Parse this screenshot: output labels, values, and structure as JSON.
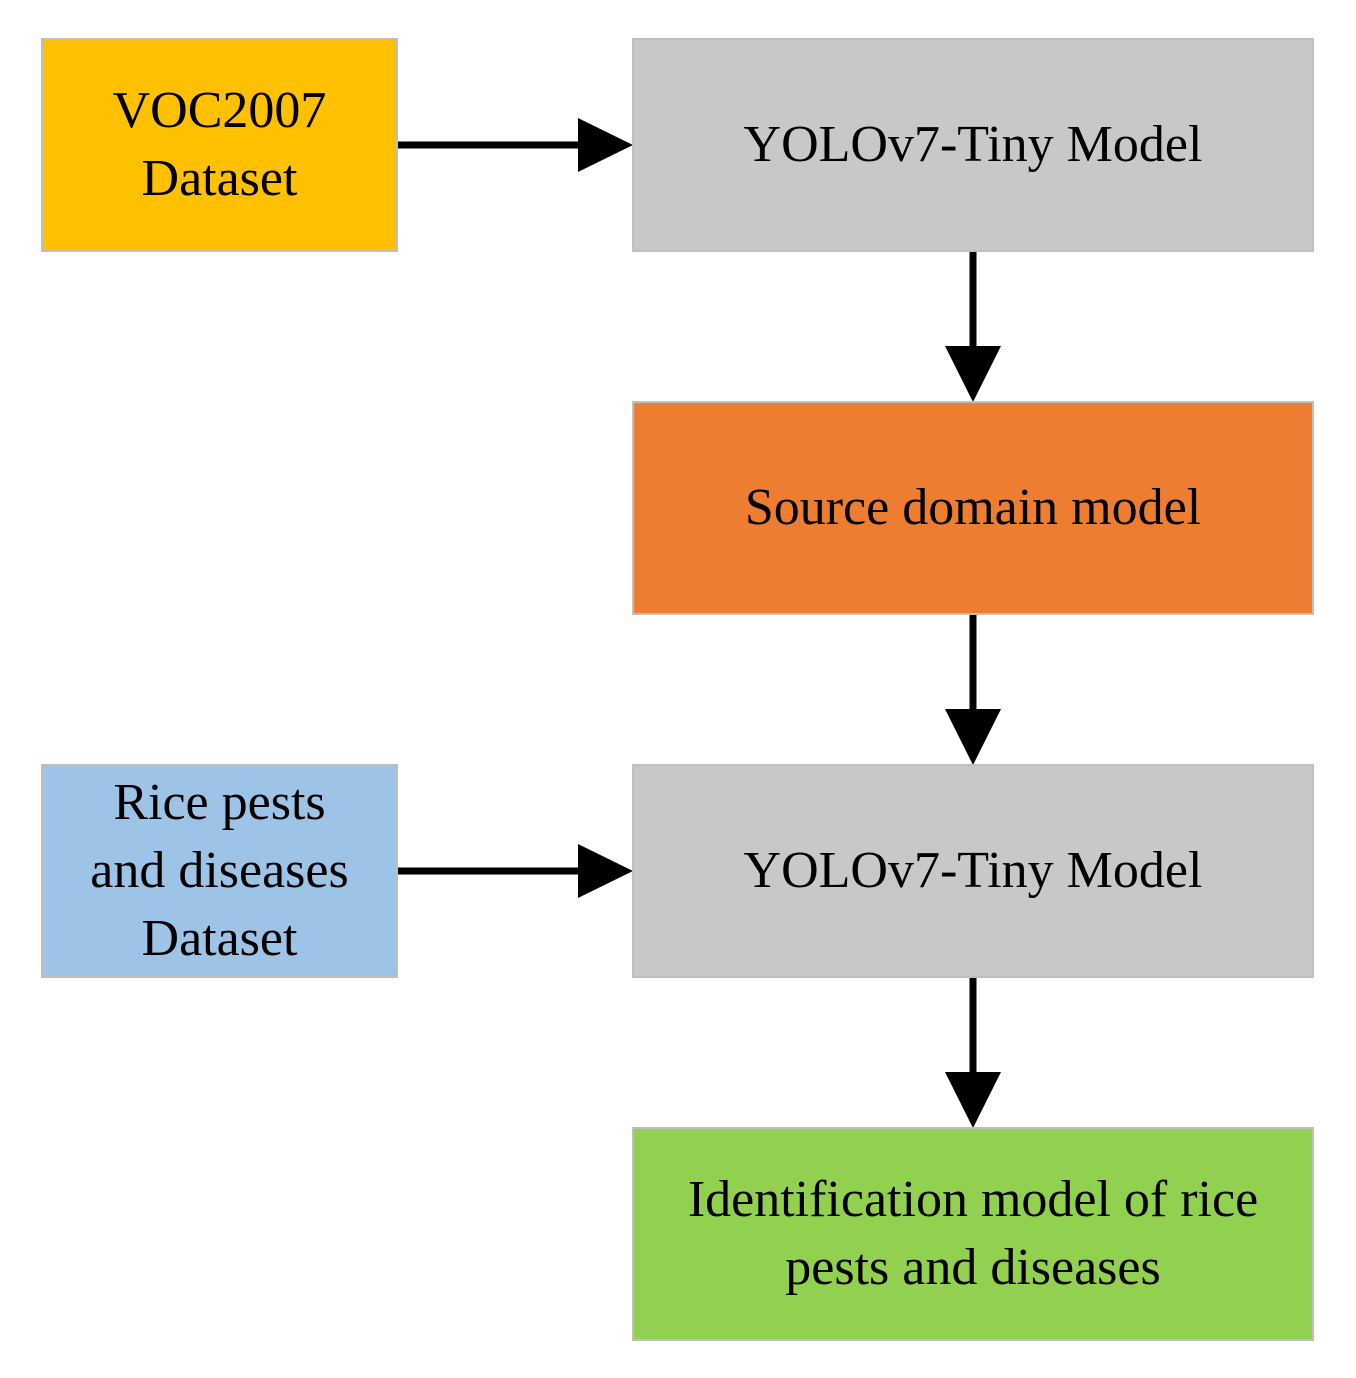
{
  "nodes": {
    "voc_dataset": {
      "lines": [
        "VOC2007",
        "Dataset"
      ],
      "color": "#FFC000"
    },
    "yolo_model_1": {
      "lines": [
        "YOLOv7-Tiny Model"
      ],
      "color": "#C8C8C8"
    },
    "source_model": {
      "lines": [
        "Source domain model"
      ],
      "color": "#ED7D31"
    },
    "rice_dataset": {
      "lines": [
        "Rice pests",
        "and diseases",
        "Dataset"
      ],
      "color": "#9DC3E6"
    },
    "yolo_model_2": {
      "lines": [
        "YOLOv7-Tiny Model"
      ],
      "color": "#C8C8C8"
    },
    "identification_model": {
      "lines": [
        "Identification model of rice",
        "pests and diseases"
      ],
      "color": "#92D050"
    }
  },
  "edges": [
    {
      "from": "voc_dataset",
      "to": "yolo_model_1"
    },
    {
      "from": "yolo_model_1",
      "to": "source_model"
    },
    {
      "from": "source_model",
      "to": "yolo_model_2"
    },
    {
      "from": "rice_dataset",
      "to": "yolo_model_2"
    },
    {
      "from": "yolo_model_2",
      "to": "identification_model"
    }
  ]
}
